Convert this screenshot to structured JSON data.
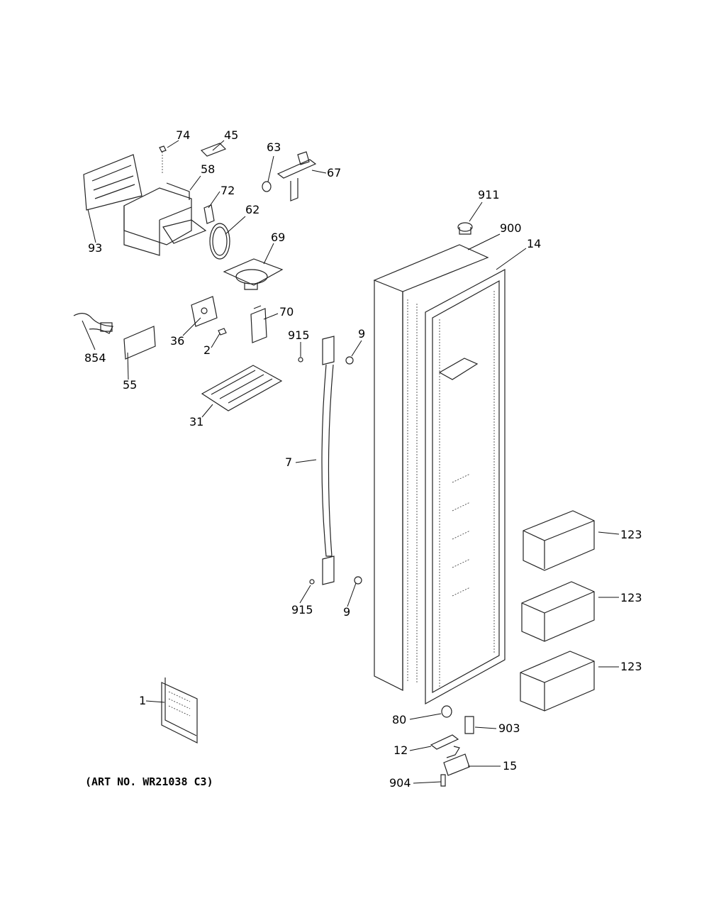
{
  "diagram": {
    "art_number": "(ART NO. WR21038 C3)",
    "callouts": [
      "74",
      "45",
      "63",
      "67",
      "58",
      "72",
      "93",
      "62",
      "69",
      "911",
      "900",
      "14",
      "70",
      "915",
      "9",
      "854",
      "36",
      "2",
      "55",
      "31",
      "7",
      "123",
      "123",
      "123",
      "915",
      "9",
      "1",
      "80",
      "903",
      "12",
      "15",
      "904"
    ]
  }
}
